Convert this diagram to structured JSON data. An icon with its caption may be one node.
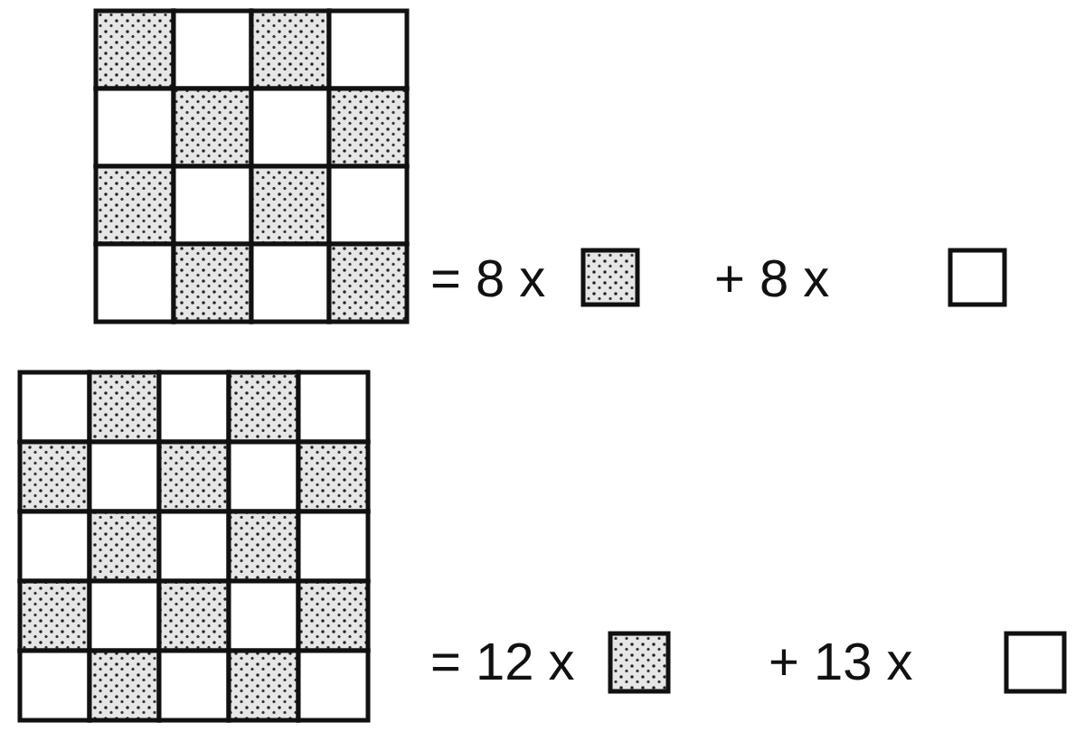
{
  "diagram": {
    "labels": [
      "= 8 x",
      "+ 8 x",
      "= 12 x",
      "+ 13 x"
    ]
  }
}
